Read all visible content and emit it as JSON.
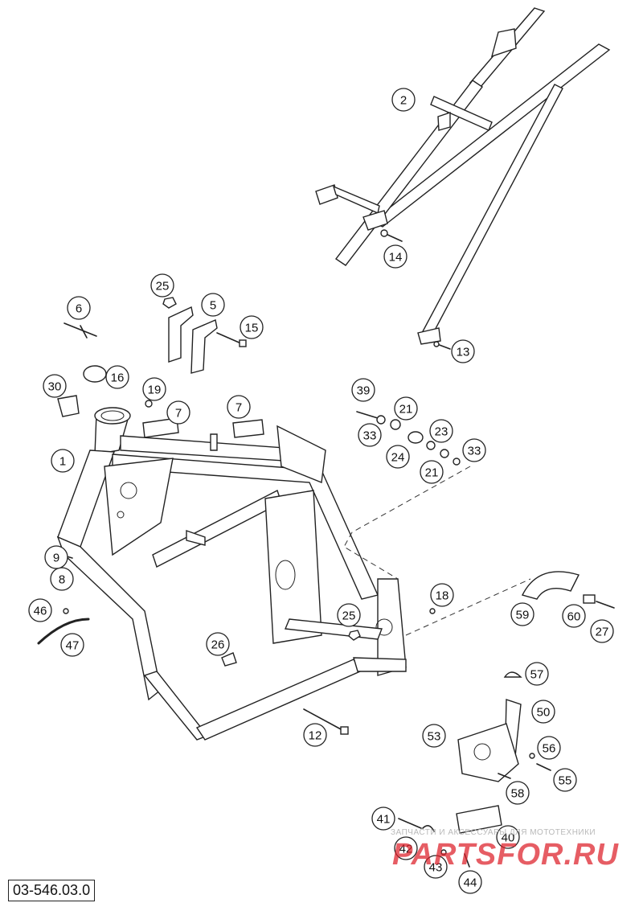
{
  "drawing_number": "03-546.03.0",
  "watermark": {
    "tagline": "ЗАПЧАСТИ И АКСЕССУАРЫ ДЛЯ МОТОТЕХНИКИ",
    "brand": "PARTSFOR.RU",
    "color": "#d81e28"
  },
  "callouts": [
    "1",
    "2",
    "5",
    "6",
    "7",
    "7",
    "8",
    "9",
    "12",
    "13",
    "14",
    "15",
    "16",
    "18",
    "19",
    "21",
    "21",
    "23",
    "24",
    "25",
    "25",
    "26",
    "27",
    "30",
    "33",
    "33",
    "39",
    "40",
    "41",
    "42",
    "43",
    "44",
    "46",
    "47",
    "50",
    "53",
    "55",
    "56",
    "57",
    "58",
    "59",
    "60"
  ]
}
